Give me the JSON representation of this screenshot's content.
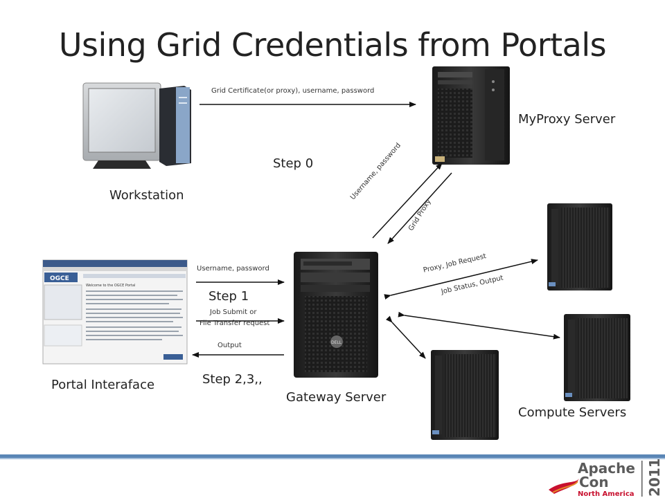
{
  "title": "Using Grid Credentials from Portals",
  "nodes": {
    "workstation": "Workstation",
    "myproxy": "MyProxy Server",
    "portal": "Portal Interaface",
    "gateway": "Gateway Server",
    "compute": "Compute Servers"
  },
  "steps": {
    "step0": "Step 0",
    "step1": "Step 1",
    "step23": "Step 2,3,,"
  },
  "edges": {
    "grid_cert": "Grid Certificate(or proxy), username, password",
    "username_password_portal": "Username, password",
    "job_submit_line1": "Job Submit or",
    "job_submit_line2": "File Transfer request",
    "output": "Output",
    "username_password_proxy": "Username, password",
    "grid_proxy": "Grid Proxy",
    "proxy_job_request": "Proxy, Job Request",
    "job_status_output": "Job Status,  Output"
  },
  "portal_screen": {
    "banner": "OGCE",
    "heading": "Welcome to the OGCE Portal"
  },
  "gateway_brand": "DELL",
  "logo": {
    "line1": "Apache",
    "line2": "Con",
    "line3": "North America",
    "year": "2011"
  },
  "colors": {
    "footer_bar": "#5a86b6",
    "logo_red": "#c8102e",
    "logo_gray": "#5b5b5b"
  }
}
